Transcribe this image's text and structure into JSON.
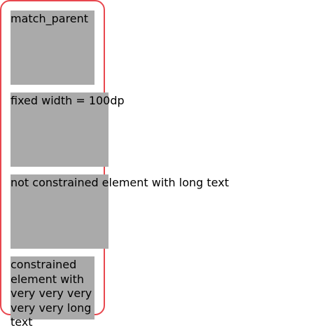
{
  "boxes": [
    {
      "label": "match_parent"
    },
    {
      "label": "fixed width = 100dp"
    },
    {
      "label": "not constrained element with long text"
    },
    {
      "label": "constrained element with very very very very very long text"
    }
  ],
  "colors": {
    "frame_border": "#e8474e",
    "box_fill": "#aaaaaa",
    "background": "#ffffff"
  }
}
